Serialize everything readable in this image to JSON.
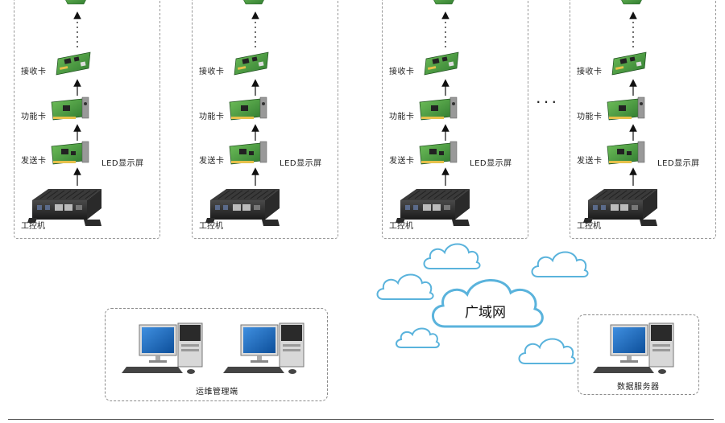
{
  "groups": [
    {
      "receive_label": "接收卡",
      "function_label": "功能卡",
      "send_label": "发送卡",
      "led_label": "LED显示屏",
      "ipc_label": "工控机"
    },
    {
      "receive_label": "接收卡",
      "function_label": "功能卡",
      "send_label": "发送卡",
      "led_label": "LED显示屏",
      "ipc_label": "工控机"
    },
    {
      "receive_label": "接收卡",
      "function_label": "功能卡",
      "send_label": "发送卡",
      "led_label": "LED显示屏",
      "ipc_label": "工控机"
    },
    {
      "receive_label": "接收卡",
      "function_label": "功能卡",
      "send_label": "发送卡",
      "led_label": "LED显示屏",
      "ipc_label": "工控机"
    }
  ],
  "ellipsis": "· · ·",
  "cloud_label": "广域网",
  "ops_label": "运维管理端",
  "server_label": "数据服务器",
  "colors": {
    "pcb": "#3a8a3a",
    "cloud": "#5ab3dc",
    "screen": "#1d6fc1"
  }
}
